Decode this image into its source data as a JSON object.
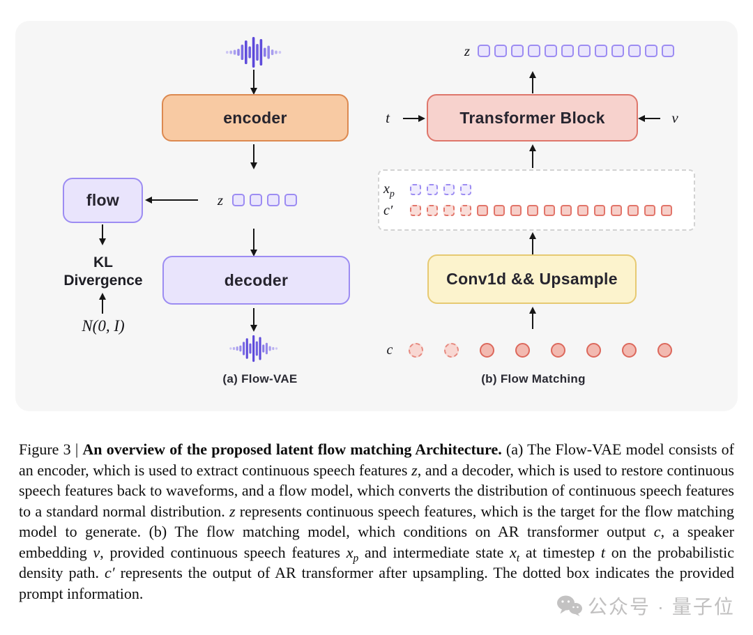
{
  "panel_a": {
    "encoder_label": "encoder",
    "flow_label": "flow",
    "decoder_label": "decoder",
    "kl_line1": "KL",
    "kl_line2": "Divergence",
    "normal_label": "N(0, I)",
    "z_label": "z",
    "z_tokens": [
      "purple-solid",
      "purple-solid",
      "purple-solid",
      "purple-solid"
    ],
    "caption": "(a) Flow-VAE"
  },
  "panel_b": {
    "z_label": "z",
    "z_tokens": [
      "purple-solid",
      "purple-solid",
      "purple-solid",
      "purple-solid",
      "purple-solid",
      "purple-solid",
      "purple-solid",
      "purple-solid",
      "purple-solid",
      "purple-solid",
      "purple-solid",
      "purple-solid"
    ],
    "t_label": "t",
    "v_label": "v",
    "transformer_label": "Transformer Block",
    "conv_label": "Conv1d && Upsample",
    "xp_base": "x",
    "xp_sub": "p",
    "cprime_label": "c′",
    "xp_tokens": [
      "purple-dashed",
      "purple-dashed",
      "purple-dashed",
      "purple-dashed"
    ],
    "cprime_tokens": [
      "red-dashed",
      "red-dashed",
      "red-dashed",
      "red-dashed",
      "red-solid",
      "red-solid",
      "red-solid",
      "red-solid",
      "red-solid",
      "red-solid",
      "red-solid",
      "red-solid",
      "red-solid",
      "red-solid",
      "red-solid",
      "red-solid"
    ],
    "c_label": "c",
    "c_tokens": [
      "circle-dashed",
      "circle-dashed",
      "circle-solid",
      "circle-solid",
      "circle-solid",
      "circle-solid",
      "circle-solid",
      "circle-solid"
    ],
    "caption": "(b) Flow Matching"
  },
  "figure_caption": {
    "segments": [
      {
        "t": "Figure 3 | ",
        "s": "r"
      },
      {
        "t": "An overview of the proposed latent flow matching Architecture.",
        "s": "b"
      },
      {
        "t": " (a) The Flow-VAE model consists of an encoder, which is used to extract continuous speech features ",
        "s": "r"
      },
      {
        "t": "z",
        "s": "m"
      },
      {
        "t": ", and a decoder, which is used to restore continuous speech features back to waveforms, and a flow model, which converts the distribution of continuous speech features to a standard normal distribution. ",
        "s": "r"
      },
      {
        "t": "z",
        "s": "m"
      },
      {
        "t": " represents continuous speech features, which is the target for the flow matching model to generate. (b) The flow matching model, which conditions on AR transformer output ",
        "s": "r"
      },
      {
        "t": "c",
        "s": "m"
      },
      {
        "t": ", a speaker embedding ",
        "s": "r"
      },
      {
        "t": "v",
        "s": "m"
      },
      {
        "t": ", provided continuous speech features ",
        "s": "r"
      },
      {
        "t": "x",
        "s": "m"
      },
      {
        "t": "p",
        "s": "sub"
      },
      {
        "t": " and intermediate state ",
        "s": "r"
      },
      {
        "t": "x",
        "s": "m"
      },
      {
        "t": "t",
        "s": "sub"
      },
      {
        "t": " at timestep ",
        "s": "r"
      },
      {
        "t": "t",
        "s": "m"
      },
      {
        "t": " on the probabilistic density path. ",
        "s": "r"
      },
      {
        "t": "c′",
        "s": "m"
      },
      {
        "t": " represents the output of AR transformer after upsampling. The dotted box indicates the provided prompt information.",
        "s": "r"
      }
    ]
  },
  "watermark": {
    "text": "公众号 · 量子位"
  },
  "colors": {
    "panel_bg": "#f6f6f6",
    "encoder_fill": "#f8caa3",
    "encoder_border": "#dc8950",
    "purple_fill": "#e9e4fc",
    "purple_border": "#9c8cf2",
    "pink_fill": "#f7d2cd",
    "pink_border": "#de766b",
    "yellow_fill": "#fcf3cd",
    "yellow_border": "#e6c972",
    "token_red_border": "#e2756a",
    "arrow": "#161616",
    "waveform_purple": "#5b47da",
    "watermark_gray": "#c1c0c0"
  }
}
